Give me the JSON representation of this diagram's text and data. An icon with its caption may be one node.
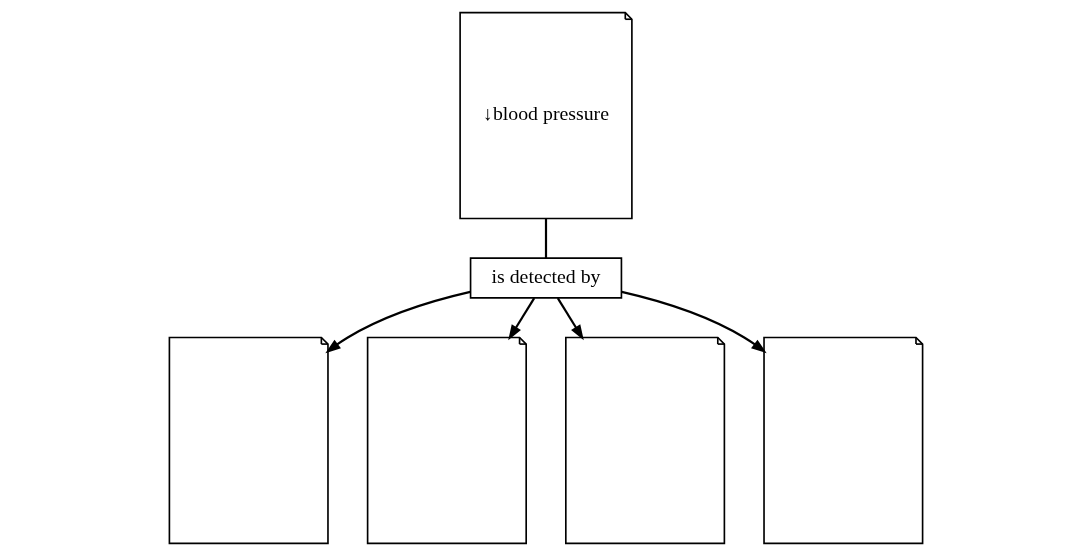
{
  "diagram": {
    "nodes": [
      {
        "text": [
          "↓blood pressure"
        ]
      },
      {
        "text": [
          "is detected by"
        ]
      },
      {
        "text": [],
        "shape": "box"
      },
      {
        "text": [],
        "shape": "box"
      },
      {
        "text": [],
        "shape": "box"
      },
      {
        "text": [],
        "shape": "box"
      }
    ],
    "edges": [
      {
        "from": 0,
        "to": 1,
        "arrow": "none"
      },
      {
        "from": 1,
        "to": 2,
        "arrow": "to"
      },
      {
        "from": 1,
        "to": 3,
        "arrow": "to"
      },
      {
        "from": 1,
        "to": 4,
        "arrow": "to"
      },
      {
        "from": 1,
        "to": 5,
        "arrow": "to"
      }
    ]
  }
}
